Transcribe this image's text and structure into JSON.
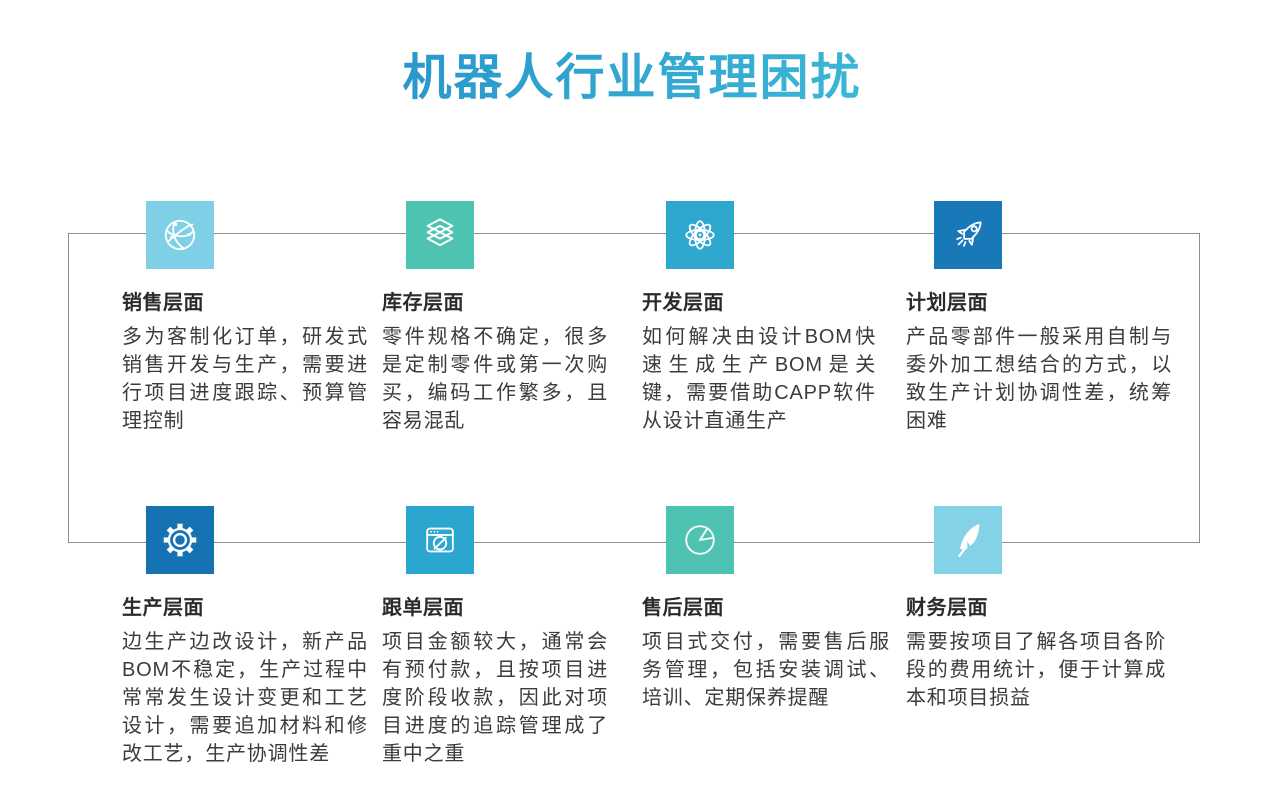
{
  "page": {
    "title": "机器人行业管理困扰"
  },
  "colors": {
    "title_gradient": [
      "#1e86c8",
      "#46c8da"
    ],
    "connector": "#8f8f8f",
    "text_title": "#2b2b2b",
    "text_body": "#3c3c3c"
  },
  "sections": [
    {
      "id": "sales",
      "icon": "globe-network-icon",
      "icon_bg": "#7fd0e6",
      "title": "销售层面",
      "description": "多为客制化订单，研发式销售开发与生产，需要进行项目进度跟踪、预算管理控制"
    },
    {
      "id": "inventory",
      "icon": "layers-icon",
      "icon_bg": "#4ec3b1",
      "title": "库存层面",
      "description": "零件规格不确定，很多是定制零件或第一次购买，编码工作繁多，且容易混乱"
    },
    {
      "id": "development",
      "icon": "atom-icon",
      "icon_bg": "#2fa8d0",
      "title": "开发层面",
      "description": "如何解决由设计BOM快速生成生产BOM是关键，需要借助CAPP软件从设计直通生产"
    },
    {
      "id": "planning",
      "icon": "rocket-icon",
      "icon_bg": "#1878b8",
      "title": "计划层面",
      "description": "产品零部件一般采用自制与委外加工想结合的方式，以致生产计划协调性差，统筹困难"
    },
    {
      "id": "production",
      "icon": "gear-icon",
      "icon_bg": "#1573b4",
      "title": "生产层面",
      "description": "边生产边改设计，新产品BOM不稳定，生产过程中常常发生设计变更和工艺设计，需要追加材料和修改工艺，生产协调性差"
    },
    {
      "id": "order-tracking",
      "icon": "browser-compass-icon",
      "icon_bg": "#2ba6cf",
      "title": "跟单层面",
      "description": "项目金额较大，通常会有预付款，且按项目进度阶段收款，因此对项目进度的追踪管理成了重中之重"
    },
    {
      "id": "after-sales",
      "icon": "pie-chart-icon",
      "icon_bg": "#4ec3b1",
      "title": "售后层面",
      "description": "项目式交付，需要售后服务管理，包括安装调试、培训、定期保养提醒"
    },
    {
      "id": "finance",
      "icon": "feather-icon",
      "icon_bg": "#84d2e8",
      "title": "财务层面",
      "description": "需要按项目了解各项目各阶段的费用统计，便于计算成本和项目损益"
    }
  ]
}
